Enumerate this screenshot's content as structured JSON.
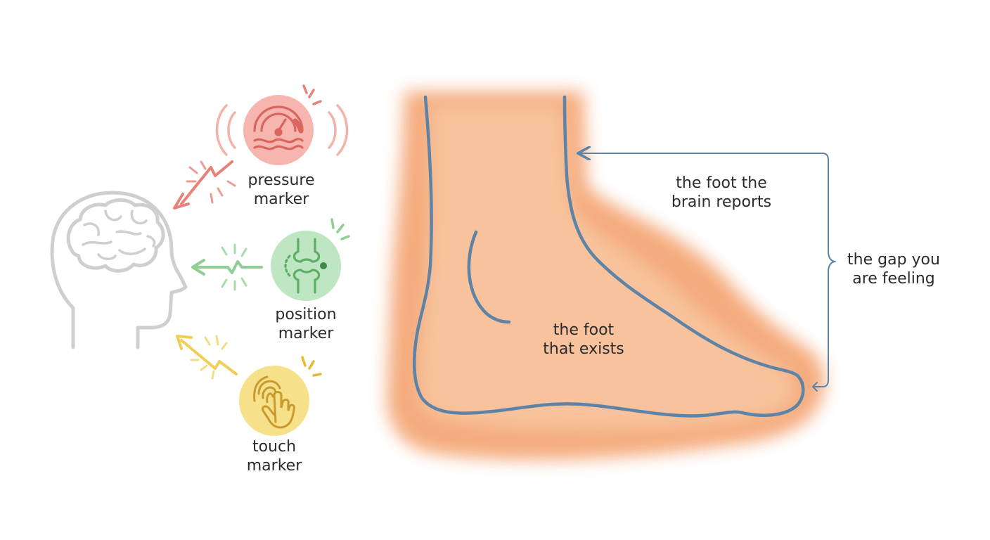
{
  "markers": {
    "pressure": {
      "line1": "pressure",
      "line2": "marker",
      "color": "#e8817a",
      "icon": "pressure-gauge-icon"
    },
    "position": {
      "line1": "position",
      "line2": "marker",
      "color": "#8fcf95",
      "icon": "joint-icon"
    },
    "touch": {
      "line1": "touch",
      "line2": "marker",
      "color": "#efcf5a",
      "icon": "fingerprint-hand-icon"
    }
  },
  "foot": {
    "reported": {
      "line1": "the foot the",
      "line2": "brain reports"
    },
    "existing": {
      "line1": "the foot",
      "line2": "that exists"
    },
    "gap": {
      "line1": "the gap you",
      "line2": "are feeling"
    },
    "halo_color": "#f4a777",
    "outline_color": "#5d84a6"
  },
  "brain": {
    "icon": "head-brain-icon",
    "color": "#cfcfcf"
  }
}
